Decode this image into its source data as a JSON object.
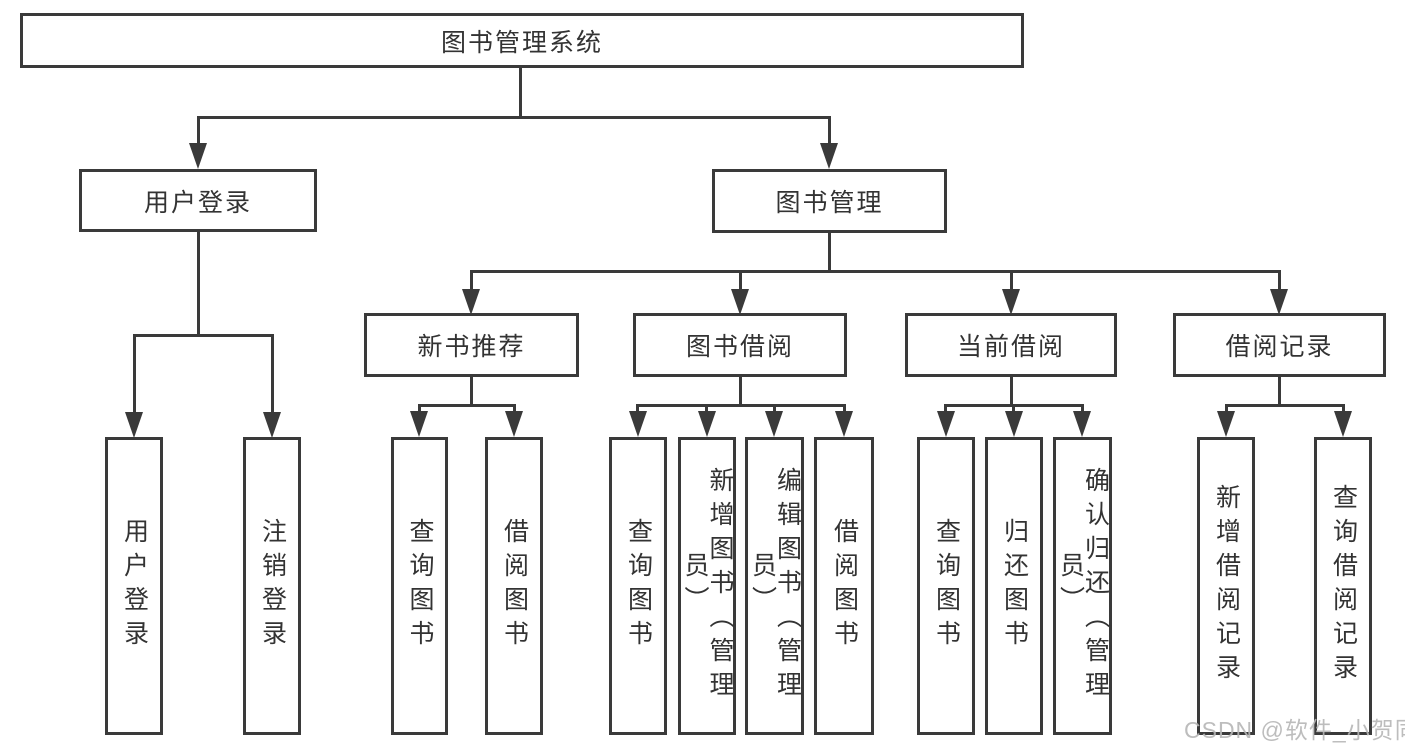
{
  "diagram": {
    "title": "图书管理系统",
    "level1": [
      {
        "label": "用户登录"
      },
      {
        "label": "图书管理"
      }
    ],
    "level2": [
      {
        "label": "新书推荐",
        "parent": "图书管理"
      },
      {
        "label": "图书借阅",
        "parent": "图书管理"
      },
      {
        "label": "当前借阅",
        "parent": "图书管理"
      },
      {
        "label": "借阅记录",
        "parent": "图书管理"
      }
    ],
    "leaves": [
      {
        "label": "用户登录",
        "parent": "用户登录"
      },
      {
        "label": "注销登录",
        "parent": "用户登录"
      },
      {
        "label": "查询图书",
        "parent": "新书推荐"
      },
      {
        "label": "借阅图书",
        "parent": "新书推荐"
      },
      {
        "label": "查询图书",
        "parent": "图书借阅"
      },
      {
        "label": "新增图书（管理员）",
        "parent": "图书借阅"
      },
      {
        "label": "编辑图书（管理员）",
        "parent": "图书借阅"
      },
      {
        "label": "借阅图书",
        "parent": "图书借阅"
      },
      {
        "label": "查询图书",
        "parent": "当前借阅"
      },
      {
        "label": "归还图书",
        "parent": "当前借阅"
      },
      {
        "label": "确认归还（管理员）",
        "parent": "当前借阅"
      },
      {
        "label": "新增借阅记录",
        "parent": "借阅记录"
      },
      {
        "label": "查询借阅记录",
        "parent": "借阅记录"
      }
    ],
    "watermark": "CSDN @软件_小贺同学",
    "colors": {
      "line": "#3a3a3a",
      "text": "#333333",
      "watermark": "#b6b6b6",
      "background": "#ffffff"
    }
  }
}
